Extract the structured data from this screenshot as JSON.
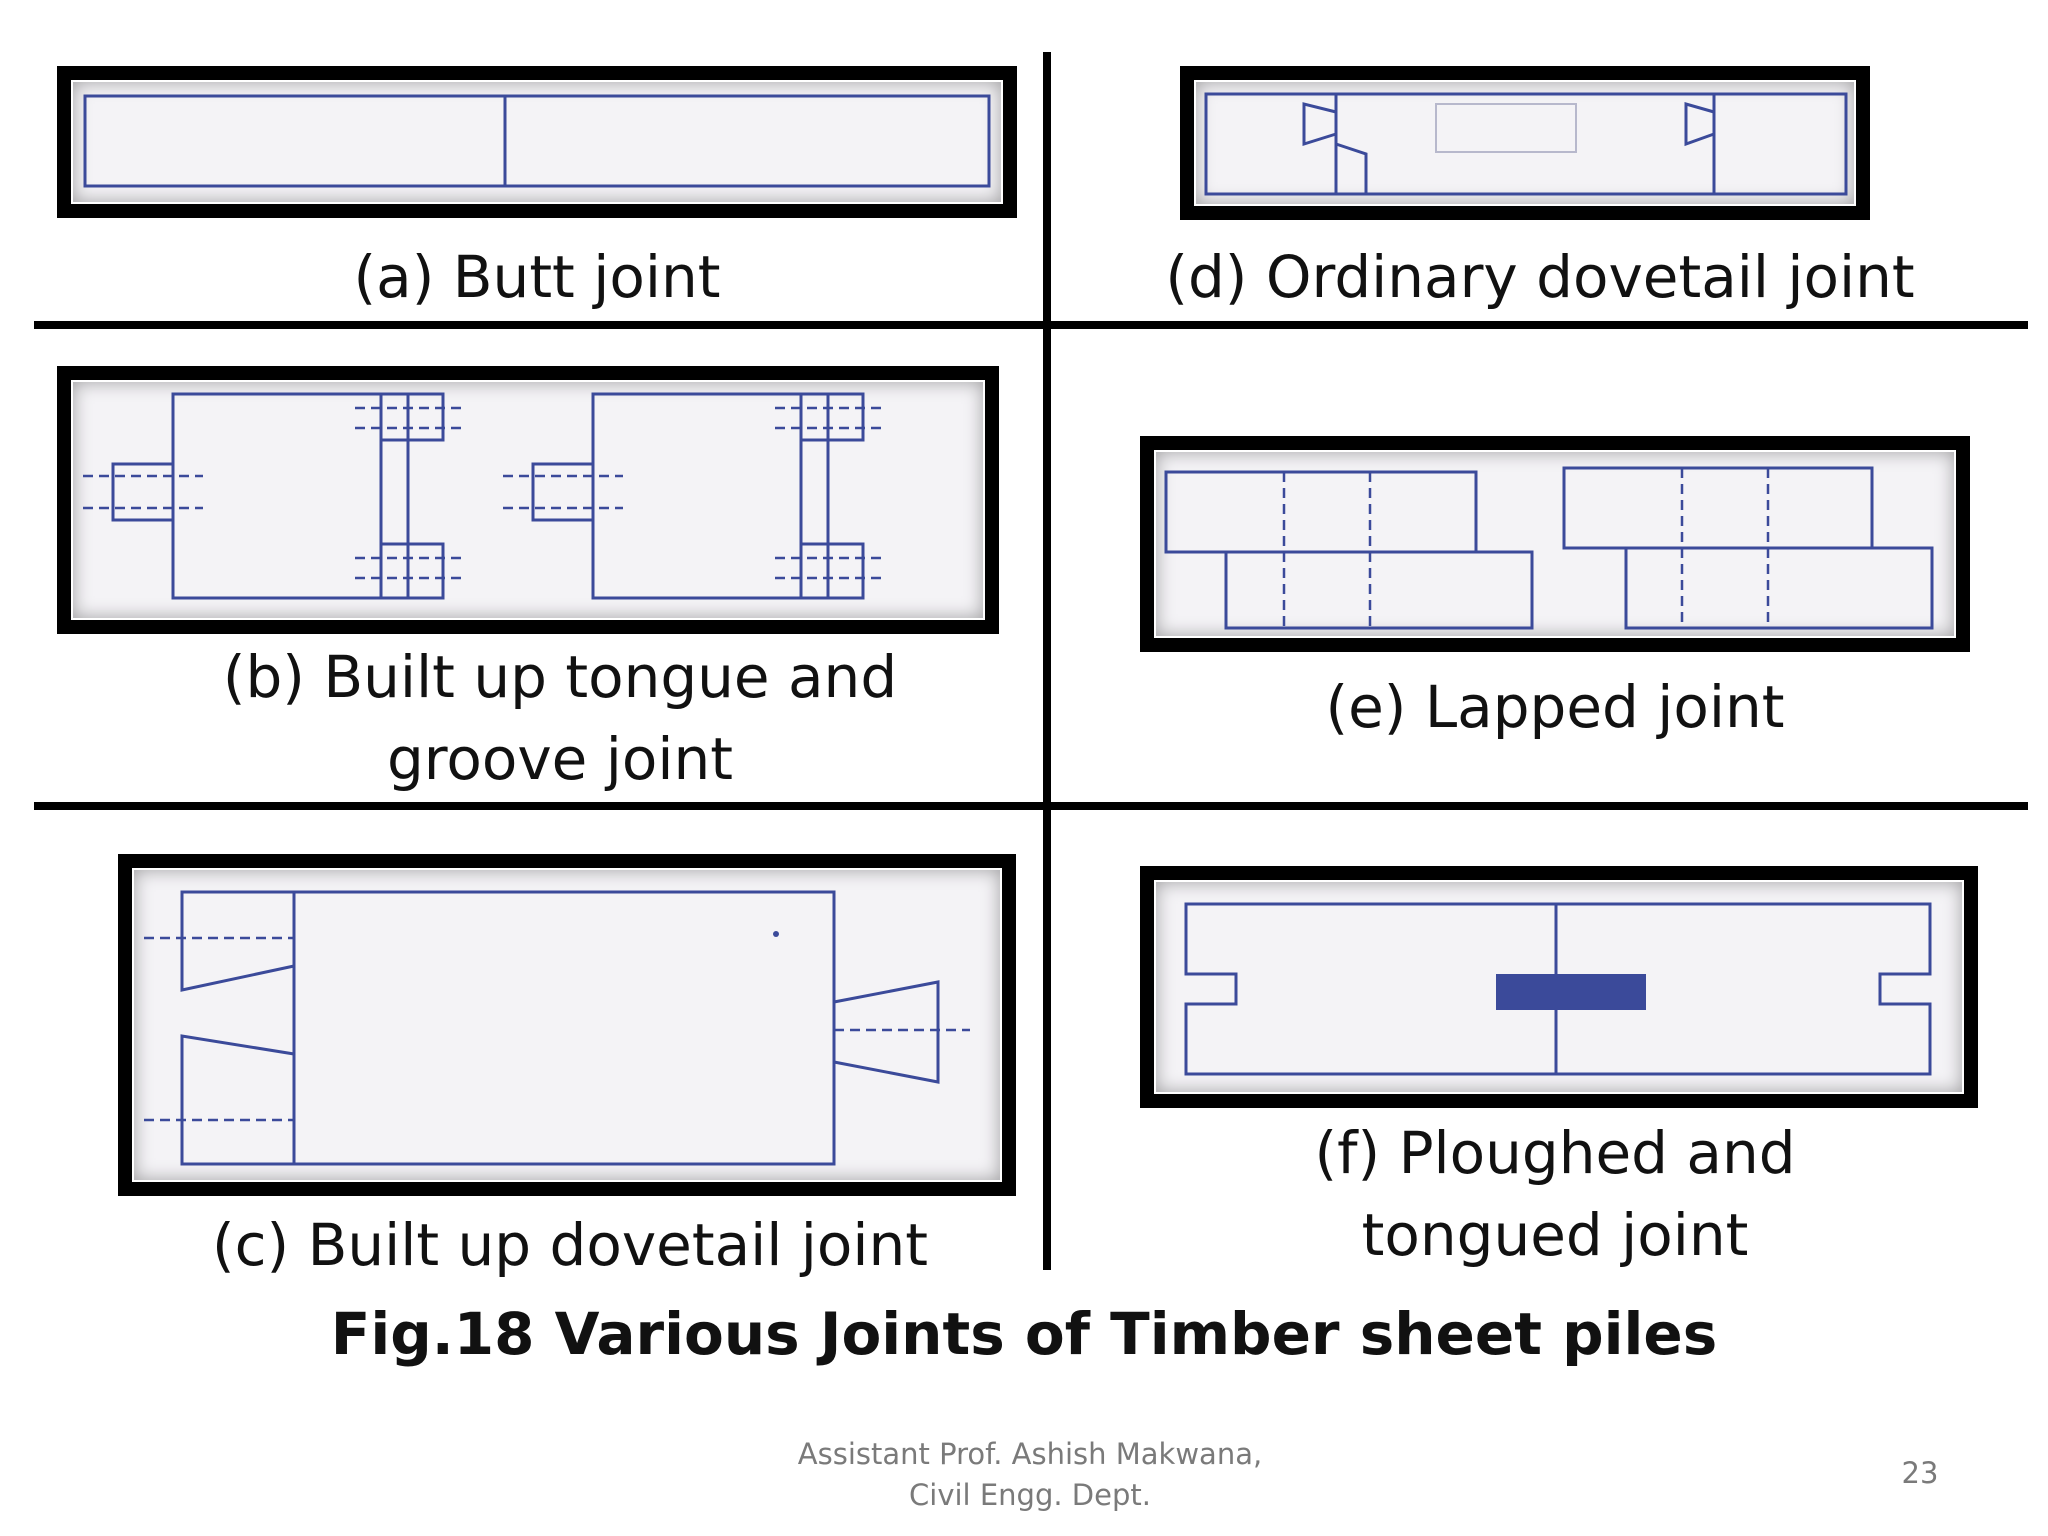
{
  "figures": {
    "a": {
      "caption": "(a) Butt joint"
    },
    "b": {
      "caption_line1": "(b) Built up tongue and",
      "caption_line2": "groove joint"
    },
    "c": {
      "caption": "(c) Built up dovetail joint"
    },
    "d": {
      "caption": "(d) Ordinary dovetail joint"
    },
    "e": {
      "caption": "(e) Lapped joint"
    },
    "f": {
      "caption_line1": "(f) Ploughed and",
      "caption_line2": "tongued joint"
    }
  },
  "title": "Fig.18 Various Joints of Timber sheet piles",
  "footer": {
    "author_line1": "Assistant Prof. Ashish Makwana,",
    "author_line2": "Civil Engg. Dept.",
    "page_number": "23"
  },
  "colors": {
    "drawing_line": "#3b4a9a",
    "frame": "#000000",
    "footer_text": "#7a7a7a"
  }
}
